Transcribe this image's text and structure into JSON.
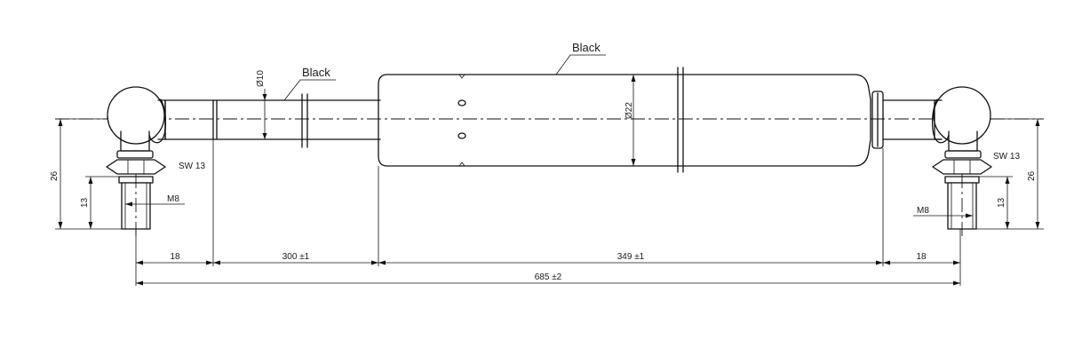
{
  "labels": {
    "color_rod": "Black",
    "color_tube": "Black",
    "rod_diameter": "Ø10",
    "tube_diameter": "Ø22",
    "wrench_left": "SW 13",
    "wrench_right": "SW 13",
    "thread_left": "M8",
    "thread_right": "M8",
    "height_left": "26",
    "height_right": "26",
    "thread_len_left": "13",
    "thread_len_right": "13"
  },
  "dimensions": {
    "end_left": "18",
    "stroke": "300 ±1",
    "body": "349 ±1",
    "end_right": "18",
    "overall": "685 ±2"
  },
  "colors": {
    "line": "#111111",
    "background": "#ffffff"
  }
}
